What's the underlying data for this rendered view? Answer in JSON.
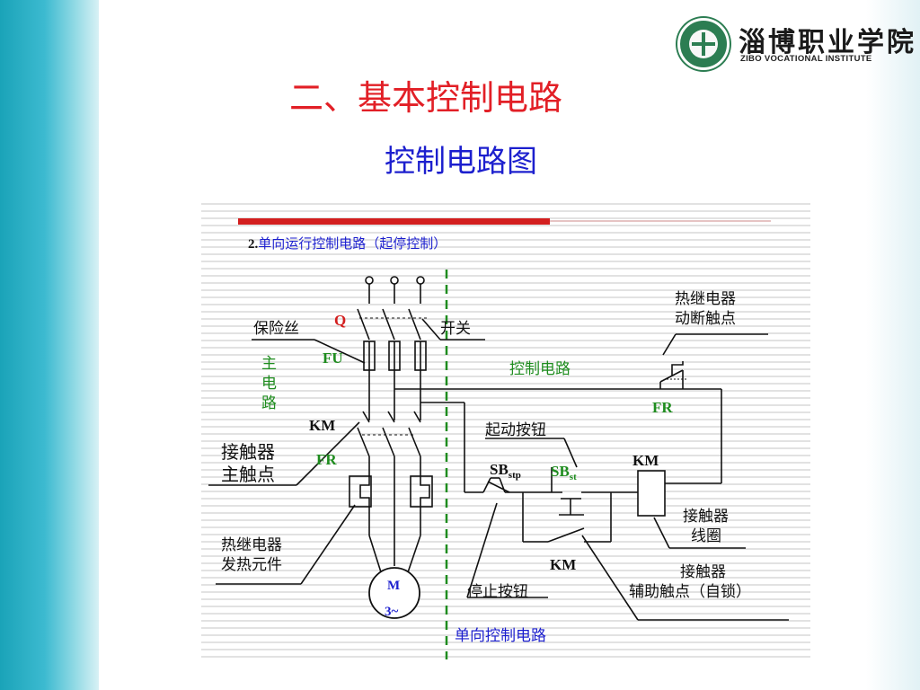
{
  "header": {
    "logo_cn": "淄博职业学院",
    "logo_en": "ZIBO VOCATIONAL INSTITUTE",
    "title": "二、基本控制电路",
    "subtitle": "控制电路图"
  },
  "diagram": {
    "caption_num": "2.",
    "caption_text": "单向运行控制电路（起停控制）",
    "main_circuit_label": [
      "主",
      "电",
      "路"
    ],
    "control_circuit_label": "控制电路",
    "one_way_control_label": "单向控制电路",
    "labels": {
      "Q": "Q",
      "switch": "开关",
      "fuse": "保险丝",
      "FU": "FU",
      "KM_main": "KM",
      "FR_main": "FR",
      "contactor_main_1": "接触器",
      "contactor_main_2": "主触点",
      "thermal_heater_1": "热继电器",
      "thermal_heater_2": "发热元件",
      "motor_1": "M",
      "motor_2": "3~",
      "thermal_nc_1": "热继电器",
      "thermal_nc_2": "动断触点",
      "FR_ctrl": "FR",
      "start_button": "起动按钮",
      "SB": "SB",
      "stp": "stp",
      "st": "st",
      "KM_coil": "KM",
      "coil_1": "接触器",
      "coil_2": "线圈",
      "KM_aux": "KM",
      "aux_1": "接触器",
      "aux_2": "辅助触点（自锁）",
      "stop_button": "停止按钮"
    }
  },
  "colors": {
    "title_red": "#e21f26",
    "subtitle_blue": "#1c1fce",
    "green_label": "#1e8c1e",
    "blue_label": "#1c1fce",
    "band_teal": "#1aa3b8"
  }
}
